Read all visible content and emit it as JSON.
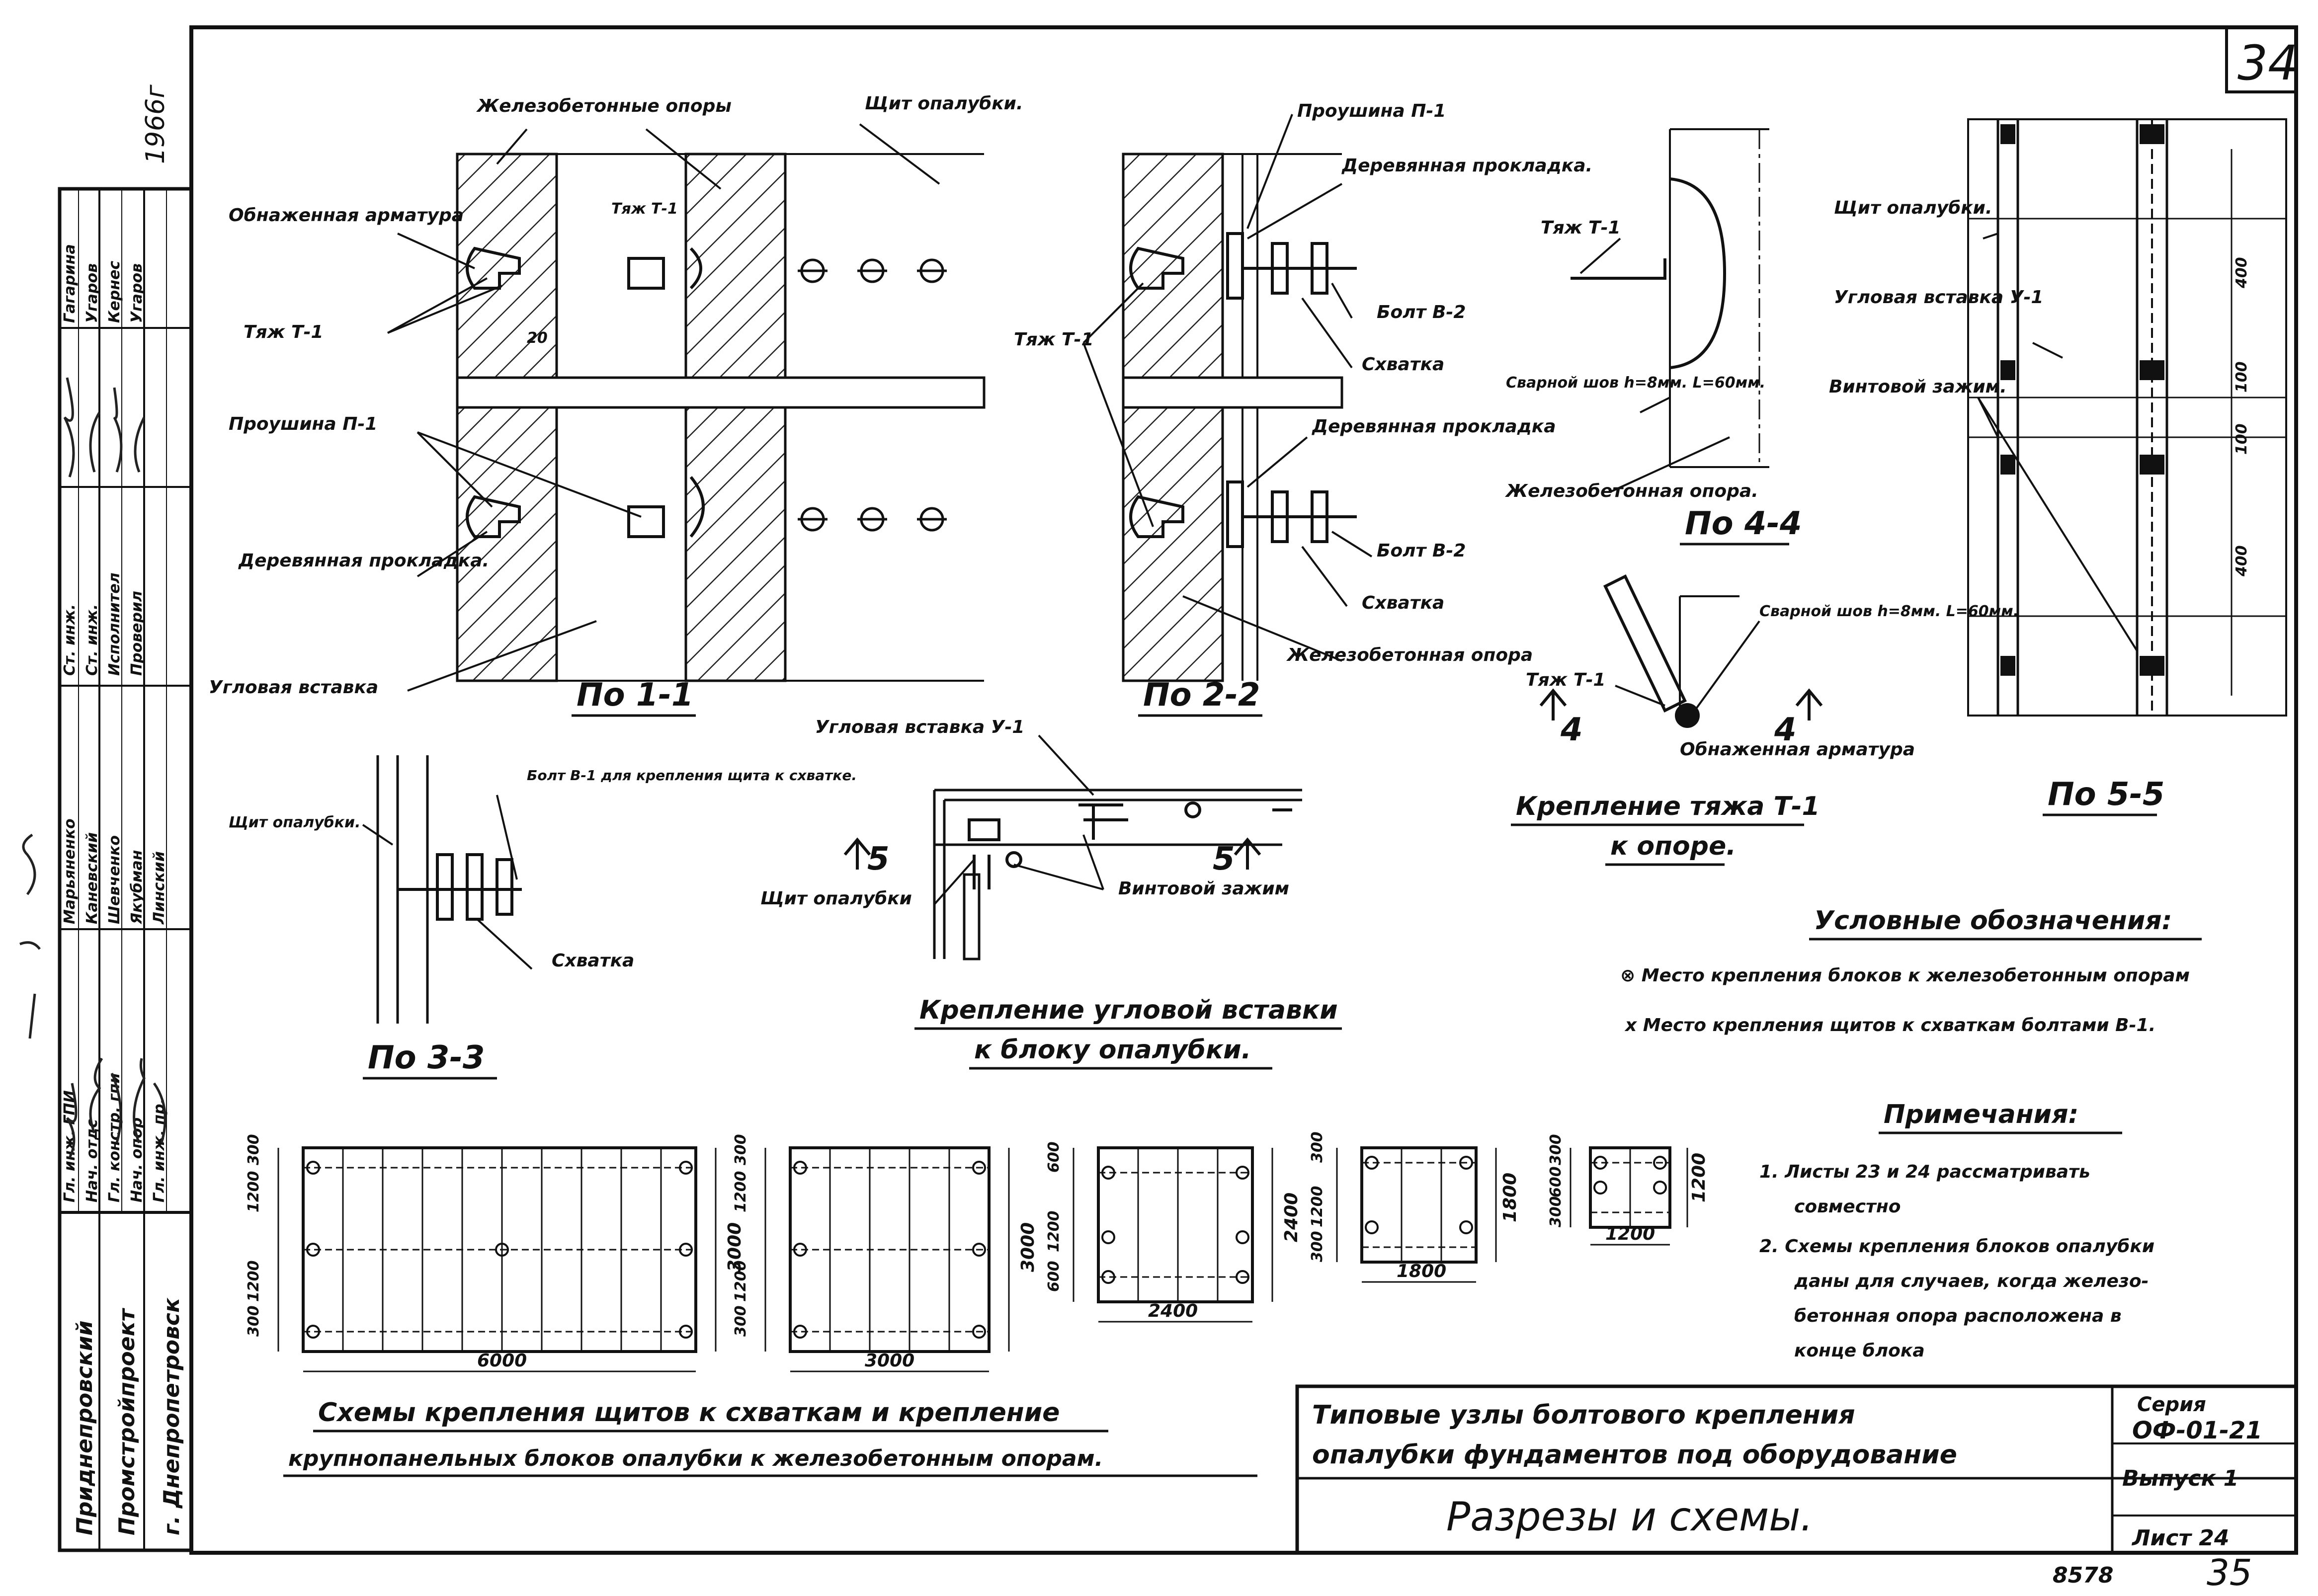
{
  "sheet": {
    "number_top": "34",
    "number_bottom": "35",
    "archive_no": "8578",
    "year": "1966г",
    "title_line1": "Типовые узлы болтового крепления",
    "title_line2": "опалубки фундаментов под оборудование",
    "subtitle": "Разрезы и схемы.",
    "series_label": "Серия",
    "series_value": "ОФ-01-21",
    "issue": "Выпуск 1",
    "list": "Лист 24"
  },
  "side_block": {
    "org_line1": "Приднепровский",
    "org_line2": "Промстройпроект",
    "org_line3": "г. Днепропетровск",
    "roles": [
      "Гл. инж. ГПИ",
      "Нач. отдс",
      "Гл. констр. гпи",
      "Нач. опор",
      "Гл. инж. пр.",
      "Ст. инж.",
      "Ст. инж.",
      "Исполнител",
      "Проверил"
    ],
    "names": [
      "Марьяненко",
      "Каневский",
      "Шевченко",
      "Якубман",
      "Линский",
      "Гагарина",
      "Угаров",
      "Кернес",
      "Угаров"
    ]
  },
  "labels": {
    "zhb_opory": "Железобетонные опоры",
    "shchit": "Щит опалубки.",
    "obnazh": "Обнаженная арматура",
    "tyazh": "Тяж Т-1",
    "tyazh_small": "Тяж Т-1",
    "dim20": "20",
    "prousshina": "Проушина П-1",
    "der_prokl": "Деревянная прокладка.",
    "uglovaya": "Угловая вставка",
    "proushina2": "Проушина П-1",
    "der_prokl2": "Деревянная прокладка.",
    "bolt": "Болт В-2",
    "skhvatka": "Схватка",
    "tyazh2": "Тяж Т-1",
    "der_prokl3": "Деревянная прокладка",
    "bolt2": "Болт В-2",
    "skhvatka2": "Схватка",
    "zhb_opora": "Железобетонная опора",
    "tyazh3": "Тяж Т-1",
    "svarn1": "Сварной шов h=8мм. L=60мм.",
    "zhb_opora2": "Железобетонная опора.",
    "svarn2": "Сварной шов h=8мм. L=60мм.",
    "tyazh4": "Тяж Т-1",
    "obnazh2": "Обнаженная арматура",
    "shchit2": "Щит опалубки.",
    "uglovaya2": "Угловая вставка У-1",
    "vint2": "Винтовой зажим.",
    "dims55": [
      "400",
      "100",
      "100",
      "400"
    ],
    "bolt_b1": "Болт В-1 для крепления щита к схватке.",
    "shchit3": "Щит опалубки.",
    "skhvatka3": "Схватка",
    "uglovaya3": "Угловая вставка У-1",
    "shchit4": "Щит опалубки",
    "vint": "Винтовой зажим",
    "sec5": "5"
  },
  "captions": {
    "po11": "По 1-1",
    "po22": "По 2-2",
    "po33": "По 3-3",
    "po44": "По 4-4",
    "po55": "По 5-5",
    "kreplenie_tyazha1": "Крепление тяжа Т-1",
    "kreplenie_tyazha2": "к опоре.",
    "kreplenie_ugl1": "Крепление угловой вставки",
    "kreplenie_ugl2": "к блоку опалубки.",
    "schemes1": "Схемы крепления щитов к схваткам и крепление",
    "schemes2": "крупнопанельных блоков опалубки к железобетонным опорам.",
    "sec4": "4"
  },
  "legend": {
    "title": "Условные обозначения:",
    "item1": "⊗ Место крепления блоков к железобетонным опорам",
    "item2": "x Место крепления щитов к схваткам болтами В-1."
  },
  "notes": {
    "title": "Примечания:",
    "n1a": "1. Листы 23 и 24 рассматривать",
    "n1b": "совместно",
    "n2a": "2. Схемы крепления блоков опалубки",
    "n2b": "даны для случаев, когда железо-",
    "n2c": "бетонная опора расположена в",
    "n2d": "конце блока"
  },
  "schemes": [
    {
      "w": "6000",
      "h": "3000",
      "vdims": [
        "300",
        "1200",
        "1200",
        "300"
      ]
    },
    {
      "w": "3000",
      "h": "3000",
      "vdims": [
        "300",
        "1200",
        "1200",
        "300"
      ]
    },
    {
      "w": "2400",
      "h": "2400",
      "vdims": [
        "600",
        "1200",
        "600"
      ]
    },
    {
      "w": "1800",
      "h": "1800",
      "vdims": [
        "300",
        "1200",
        "300"
      ]
    },
    {
      "w": "1200",
      "h": "1200",
      "vdims": [
        "300",
        "600",
        "300"
      ]
    }
  ]
}
